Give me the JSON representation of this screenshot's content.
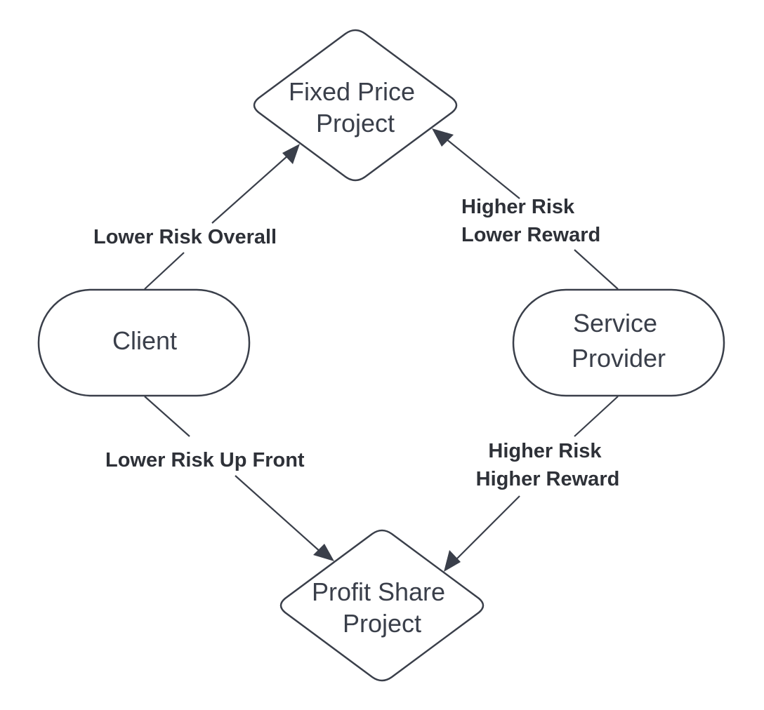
{
  "nodes": {
    "fixed_price": {
      "line1": "Fixed Price",
      "line2": "Project"
    },
    "profit_share": {
      "line1": "Profit Share",
      "line2": "Project"
    },
    "client": {
      "label": "Client"
    },
    "service_provider": {
      "line1": "Service",
      "line2": "Provider"
    }
  },
  "edges": {
    "client_to_fixed": {
      "label": "Lower Risk Overall"
    },
    "client_to_profit": {
      "label": "Lower Risk Up Front"
    },
    "provider_to_fixed": {
      "line1": "Higher Risk",
      "line2": "Lower Reward"
    },
    "provider_to_profit": {
      "line1": "Higher Risk",
      "line2": "Higher Reward"
    }
  },
  "colors": {
    "stroke": "#3a3f4a",
    "text": "#3a3f4a",
    "background": "#ffffff"
  }
}
